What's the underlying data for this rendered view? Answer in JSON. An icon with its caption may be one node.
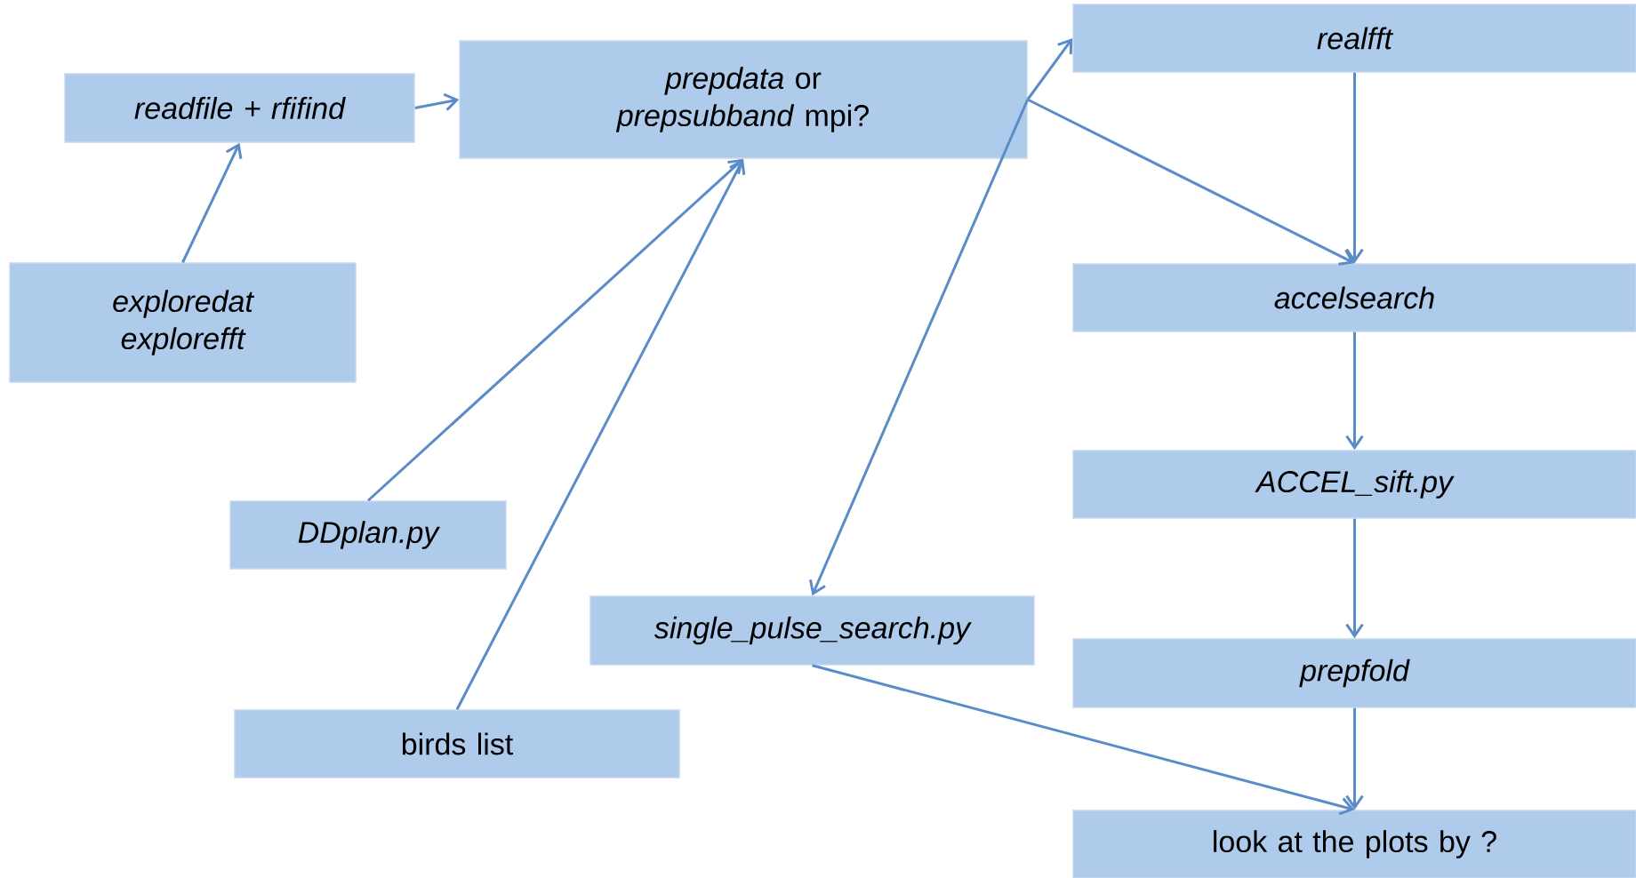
{
  "diagram": {
    "nodes": [
      {
        "text": [
          "readfile + rfifind"
        ]
      },
      {
        "text": [
          "*prepdata* or *prepsubband* mpi?"
        ]
      },
      {
        "text": [
          "realfft"
        ]
      },
      {
        "text": [
          "exploredat explorefft"
        ]
      },
      {
        "text": [
          "accelsearch"
        ]
      },
      {
        "text": [
          "ACCEL_sift.py"
        ]
      },
      {
        "text": [
          "DDplan.py"
        ]
      },
      {
        "text": [
          "single_pulse_search.py"
        ]
      },
      {
        "text": [
          "prepfold"
        ]
      },
      {
        "text": [
          "birds list"
        ]
      },
      {
        "text": [
          "look at the plots by ?"
        ]
      }
    ],
    "edges": [
      {
        "from": 3,
        "to": 0,
        "arrow": "to"
      },
      {
        "from": 0,
        "to": 1,
        "arrow": "to"
      },
      {
        "from": 6,
        "to": 1,
        "arrow": "to"
      },
      {
        "from": 9,
        "to": 1,
        "arrow": "to"
      },
      {
        "from": 1,
        "to": 2,
        "arrow": "to"
      },
      {
        "from": 1,
        "to": 4,
        "arrow": "to"
      },
      {
        "from": 1,
        "to": 7,
        "arrow": "to"
      },
      {
        "from": 2,
        "to": 4,
        "arrow": "to"
      },
      {
        "from": 4,
        "to": 5,
        "arrow": "to"
      },
      {
        "from": 5,
        "to": 8,
        "arrow": "to"
      },
      {
        "from": 8,
        "to": 10,
        "arrow": "to"
      },
      {
        "from": 7,
        "to": 10,
        "arrow": "to"
      }
    ]
  }
}
